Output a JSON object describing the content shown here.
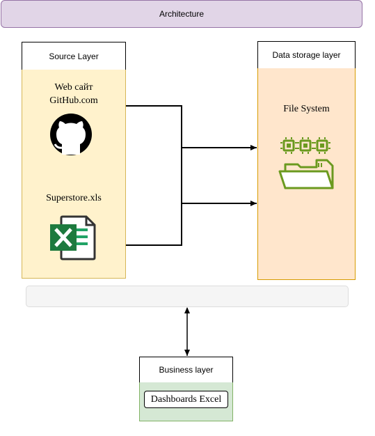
{
  "title": "Architecture",
  "source_layer": {
    "header": "Source Layer",
    "web_line1": "Web сайт",
    "web_line2": "GitHub.com",
    "file_label": "Superstore.xls",
    "github_icon": "github-icon",
    "excel_icon": "excel-icon"
  },
  "storage_layer": {
    "header": "Data storage layer",
    "label": "File System",
    "icon": "file-system-icon",
    "icon_color": "#6b9a1f"
  },
  "business_layer": {
    "header": "Business layer",
    "item": "Dashboards Excel"
  },
  "colors": {
    "title_fill": "#e1d5e7",
    "source_fill": "#fff2cc",
    "storage_fill": "#ffe6cc",
    "business_fill": "#d5e8d4",
    "excel_green": "#1d7a3e"
  }
}
